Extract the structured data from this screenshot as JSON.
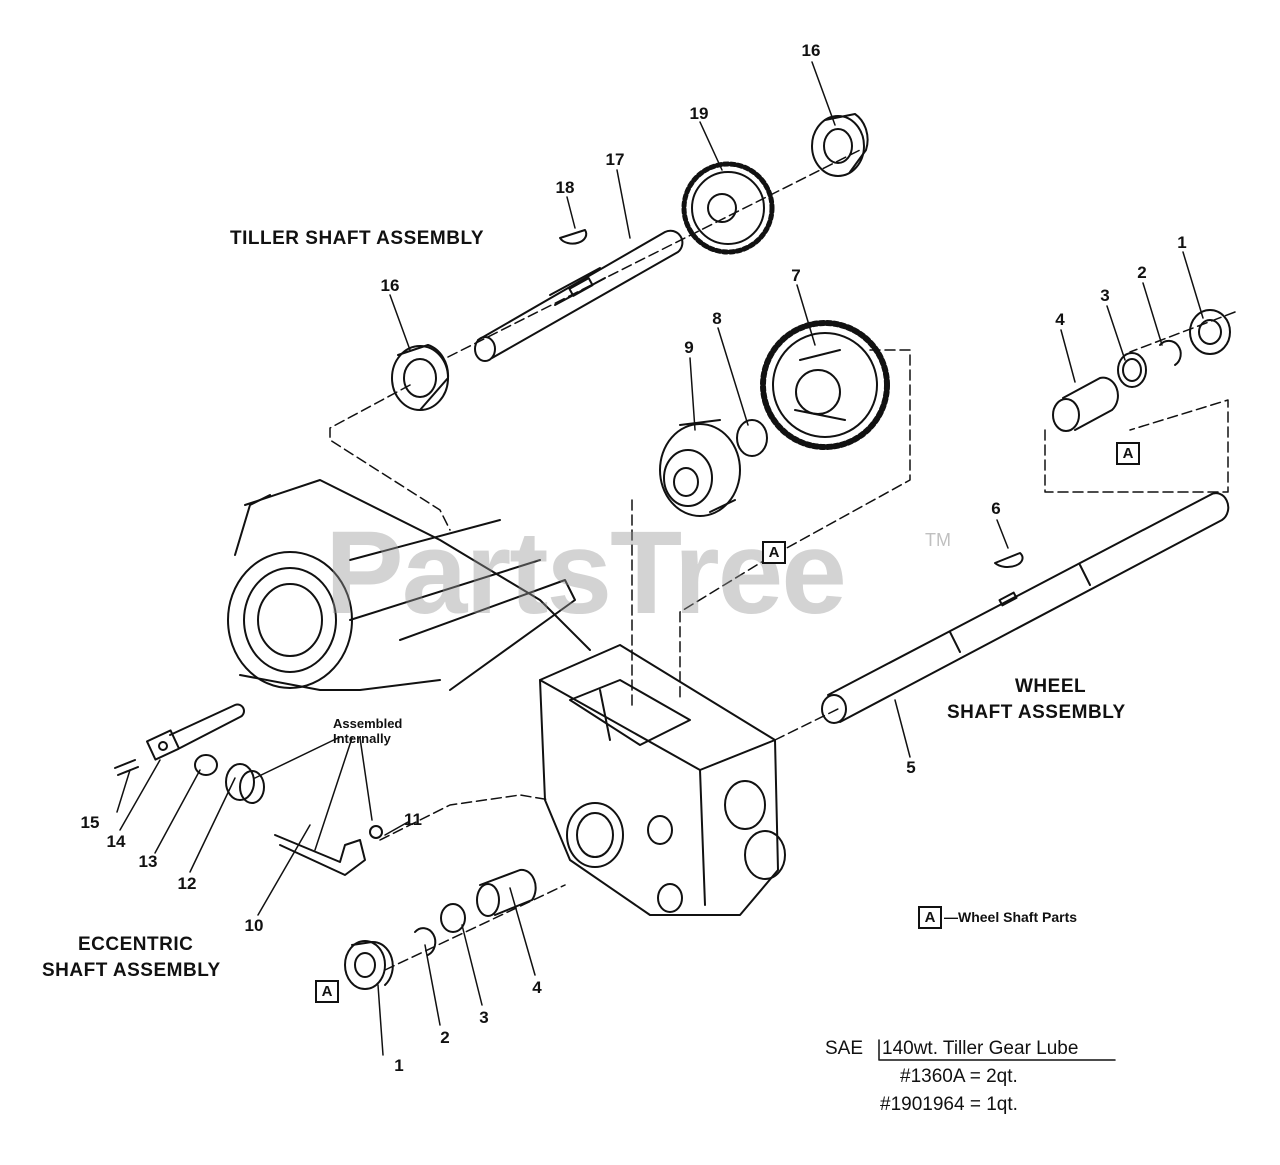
{
  "watermark": {
    "text": "PartsTree",
    "tm": "TM"
  },
  "assemblies": {
    "tiller": "TILLER SHAFT ASSEMBLY",
    "wheel_line1": "WHEEL",
    "wheel_line2": "SHAFT ASSEMBLY",
    "eccentric_line1": "ECCENTRIC",
    "eccentric_line2": "SHAFT ASSEMBLY"
  },
  "annotation": {
    "line1": "Assembled",
    "line2": "Internally"
  },
  "legend": {
    "box_letter": "A",
    "text": "—Wheel Shaft Parts"
  },
  "callout_boxes": [
    "A",
    "A",
    "A"
  ],
  "lube": {
    "prefix": "SAE",
    "spec": "140wt. Tiller Gear Lube",
    "line2": "#1360A = 2qt.",
    "line3": "#1901964 = 1qt."
  },
  "part_numbers": {
    "p16a": "16",
    "p19": "19",
    "p17": "17",
    "p18": "18",
    "p16b": "16",
    "p7": "7",
    "p8": "8",
    "p9": "9",
    "p1a": "1",
    "p2a": "2",
    "p3a": "3",
    "p4a": "4",
    "p6": "6",
    "p5": "5",
    "p11": "11",
    "p15": "15",
    "p14": "14",
    "p13": "13",
    "p12": "12",
    "p10": "10",
    "p1b": "1",
    "p2b": "2",
    "p3b": "3",
    "p4b": "4"
  }
}
